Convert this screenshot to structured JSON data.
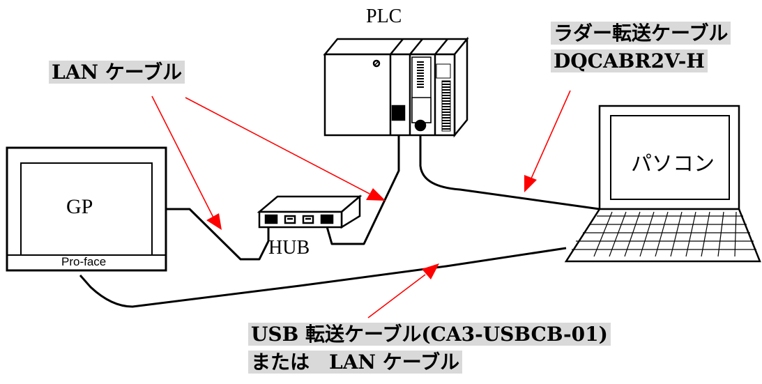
{
  "devices": {
    "plc_label": "PLC",
    "gp_label": "GP",
    "gp_brand": "Pro-face",
    "hub_label": "HUB",
    "pc_label": "パソコン"
  },
  "callouts": {
    "lan_cable": "LAN ケーブル",
    "ladder_cable_line1": "ラダー転送ケーブル",
    "ladder_cable_line2": "DQCABR2V-H",
    "usb_cable_line1": "USB 転送ケーブル(CA3-USBCB-01)",
    "usb_cable_line2": "または　LAN ケーブル"
  },
  "colors": {
    "arrow": "#ff0000",
    "callout_bg": "#d9d9d9",
    "line": "#000000"
  }
}
